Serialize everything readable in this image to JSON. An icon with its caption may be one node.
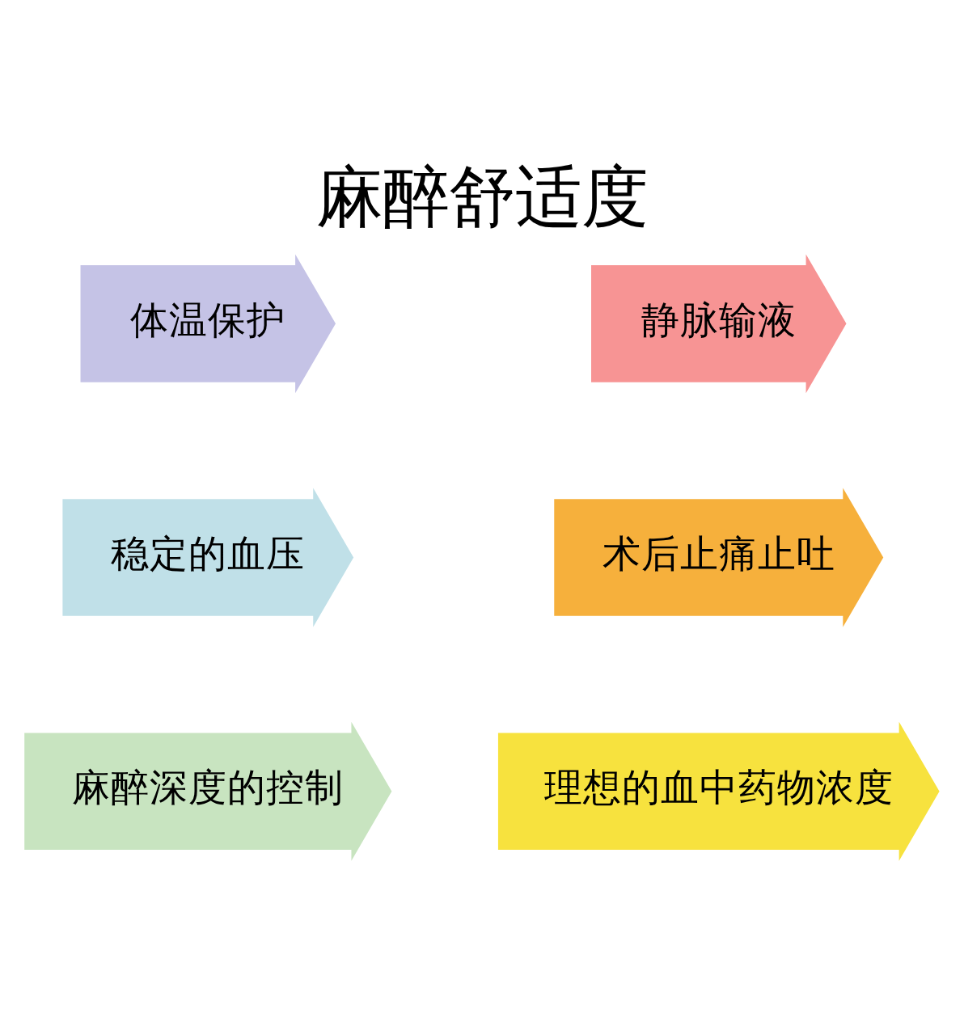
{
  "diagram": {
    "title": "麻醉舒适度",
    "nodes": [
      {
        "text": [
          "体温保护"
        ]
      },
      {
        "text": [
          "静脉输液"
        ]
      },
      {
        "text": [
          "术后止痛止吐"
        ]
      },
      {
        "text": [
          "理想的血中药物浓度"
        ]
      },
      {
        "text": [
          "麻醉深度的控制"
        ]
      },
      {
        "text": [
          "稳定的血压"
        ]
      }
    ]
  }
}
